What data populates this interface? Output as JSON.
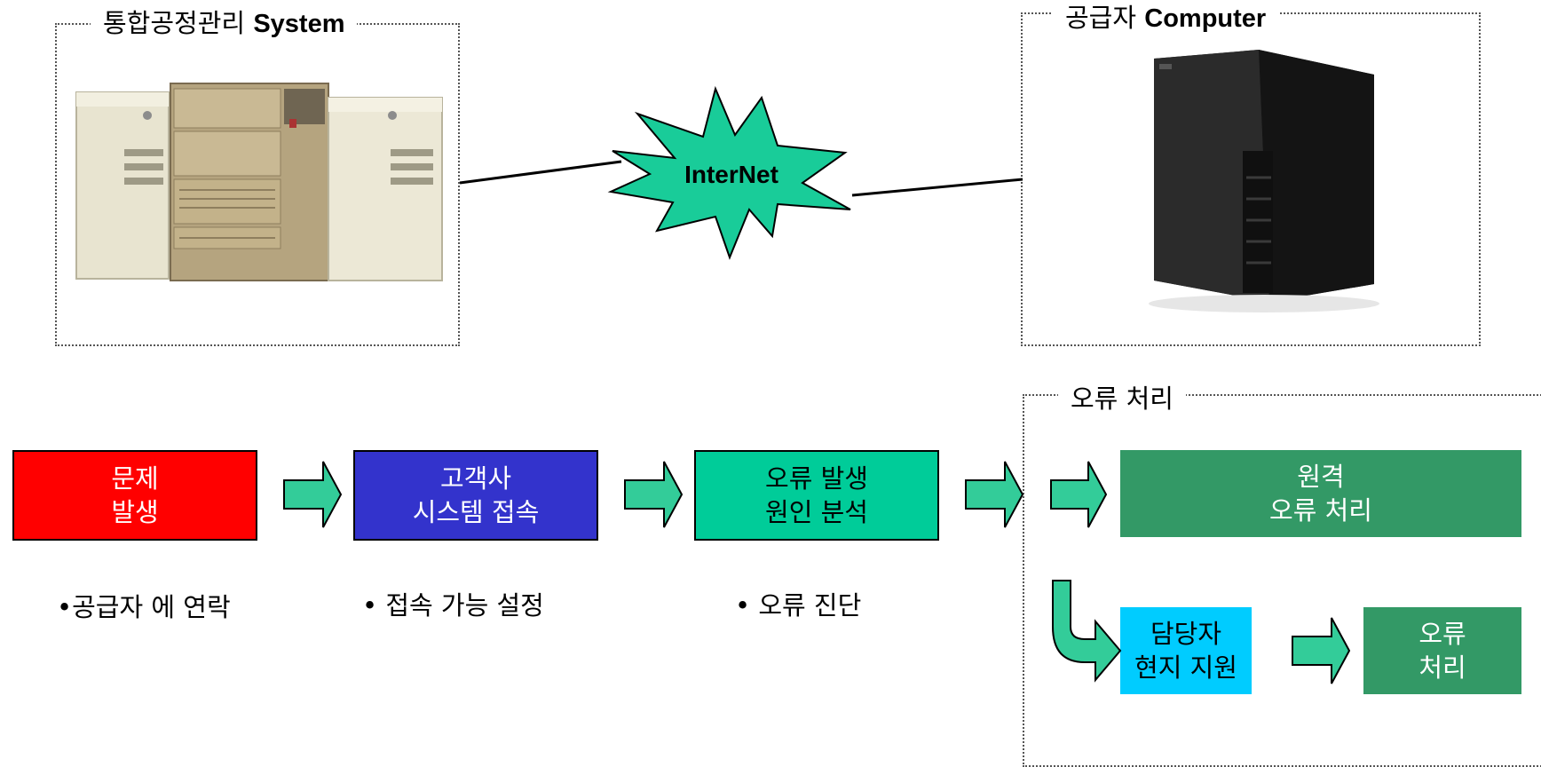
{
  "top_left_frame": {
    "title_ko": "통합공정관리",
    "title_en": "System"
  },
  "top_right_frame": {
    "title_ko": "공급자",
    "title_en": "Computer"
  },
  "internet": {
    "label": "InterNet",
    "color": "#19CC99"
  },
  "process": [
    {
      "label": "문제\n발생",
      "color": "#FF0000",
      "note": "•공급자 에 연락"
    },
    {
      "label": "고객사\n시스템 접속",
      "color": "#3333CC",
      "note": "• 접속 가능 설정"
    },
    {
      "label": "오류 발생\n원인 분석",
      "color": "#00CC99",
      "note": "• 오류 진단"
    }
  ],
  "error_frame": {
    "title": "오류 처리",
    "remote": {
      "label": "원격\n오류 처리",
      "color": "#339966"
    },
    "onsite": {
      "label": "담당자\n현지 지원",
      "color": "#00CCFF"
    },
    "final": {
      "label": "오류\n처리",
      "color": "#339966"
    }
  },
  "arrow_color": "#33CC99"
}
